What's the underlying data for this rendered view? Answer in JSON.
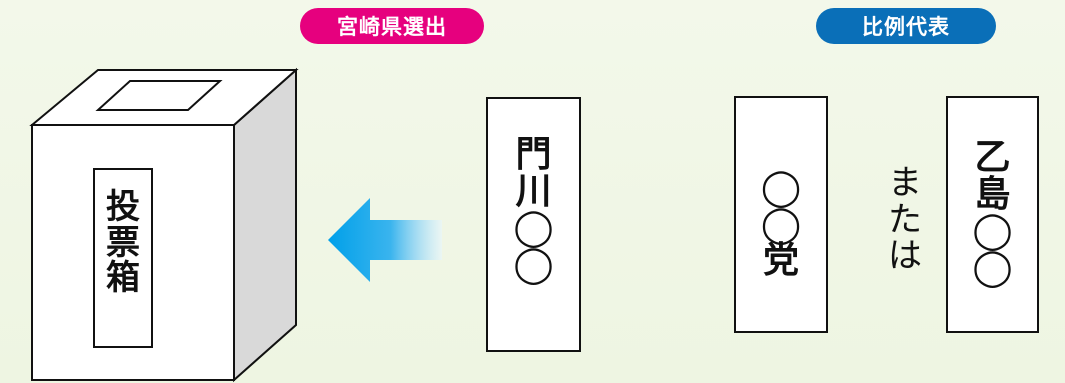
{
  "badges": {
    "prefecture": "宮崎県選出",
    "proportional": "比例代表"
  },
  "ballot_box": {
    "label": [
      "投",
      "票",
      "箱"
    ]
  },
  "ballots": {
    "prefecture": [
      "門",
      "川",
      "◯",
      "◯"
    ],
    "party": [
      "◯",
      "◯",
      "党"
    ],
    "candidate": [
      "乙",
      "島",
      "◯",
      "◯"
    ]
  },
  "connector": [
    "ま",
    "た",
    "は"
  ],
  "colors": {
    "pink": "#e6007e",
    "blue": "#0a6fb8",
    "arrow": "#00a0e9"
  },
  "icons": {
    "arrow": "left-arrow-icon",
    "box": "ballot-box-icon"
  }
}
